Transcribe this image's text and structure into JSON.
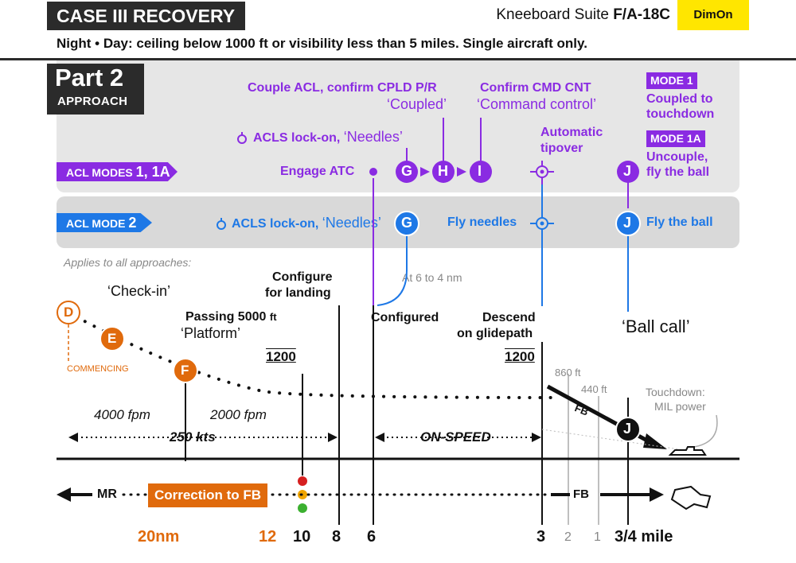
{
  "header": {
    "title": "CASE III RECOVERY",
    "suite_prefix": "Kneeboard Suite ",
    "suite_aircraft": "F/A-18C",
    "dim_button": "DimOn",
    "subtitle": "Night • Day: ceiling below 1000 ft or visibility less than 5 miles. Single aircraft only."
  },
  "part": {
    "title": "Part 2",
    "subtitle": "APPROACH"
  },
  "acl": {
    "modes_tag_prefix": "ACL MODES",
    "modes_tag_value": "1, 1A",
    "mode2_tag_prefix": "ACL MODE",
    "mode2_tag_value": "2",
    "mode1_badge": "MODE 1",
    "mode1_text_1": "Coupled to",
    "mode1_text_2": "touchdown",
    "mode1a_badge": "MODE 1A",
    "mode1a_text_1": "Uncouple,",
    "mode1a_text_2": "fly the ball",
    "couple_1": "Couple ACL, confirm CPLD P/R",
    "couple_2": "‘Coupled’",
    "cmd_1": "Confirm CMD CNT",
    "cmd_2": "‘Command control’",
    "tipover_1": "Automatic",
    "tipover_2": "tipover",
    "lockon_1_a": "ACLS lock-on, ",
    "lockon_1_b": "‘Needles’",
    "engage_atc": "Engage ATC",
    "lockon_2_a": "ACLS lock-on, ",
    "lockon_2_b": "‘Needles’",
    "fly_needles": "Fly needles",
    "fly_ball": "Fly the ball"
  },
  "waypoints": {
    "D": "D",
    "E": "E",
    "F": "F",
    "G": "G",
    "H": "H",
    "I": "I",
    "J": "J"
  },
  "profile": {
    "applies": "Applies to all approaches:",
    "checkin": "‘Check-in’",
    "commencing": "COMMENCING",
    "passing_1": "Passing 5000",
    "passing_unit": "ft",
    "passing_2": "‘Platform’",
    "configure_1": "Configure",
    "configure_2": "for landing",
    "configured": "Configured",
    "at_6_4": "At 6 to 4 nm",
    "descend_1": "Descend",
    "descend_2": "on glidepath",
    "alt_1200_a": "1200",
    "alt_1200_b": "1200",
    "ball_call": "‘Ball call’",
    "alt_860": "860 ft",
    "alt_440": "440 ft",
    "touchdown_1": "Touchdown:",
    "touchdown_2": "MIL power",
    "fpm_4000": "4000 fpm",
    "fpm_2000": "2000 fpm",
    "speed_250": "250 kts",
    "onspeed": "ON-SPEED",
    "fb_glide": "FB"
  },
  "ground": {
    "mr": "MR",
    "correction": "Correction to FB",
    "fb": "FB",
    "dist_20": "20",
    "dist_20_unit": "nm",
    "dist_12": "12",
    "dist_10": "10",
    "dist_8": "8",
    "dist_6": "6",
    "dist_3": "3",
    "dist_2": "2",
    "dist_1": "1",
    "dist_34": "3/4 mile"
  },
  "colors": {
    "purple": "#8a2be2",
    "blue": "#1e78e6",
    "orange": "#e06a0c",
    "dark": "#2b2b2b",
    "yellow": "#ffe600"
  }
}
